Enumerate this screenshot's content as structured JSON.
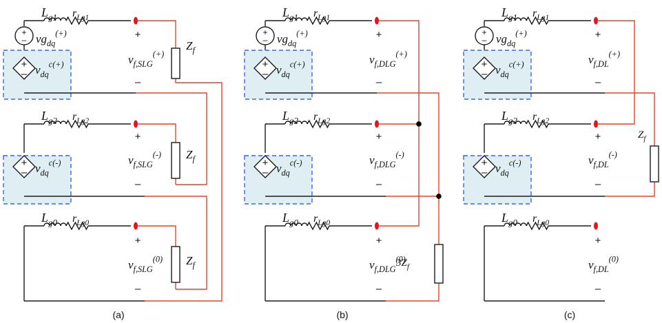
{
  "colors": {
    "wire": "#1a1a1a",
    "fault_path": "#e8412c",
    "terminal": "#e8141c",
    "controlled_source_box_fill": "#dfeef3",
    "controlled_source_box_border": "#3366ee",
    "junction_dot": "#000000"
  },
  "symbols": {
    "plus": "+",
    "minus": "–",
    "pos_sup": "(+)",
    "neg_sup": "(-)",
    "zero_sup": "(0)",
    "c_pos_sup": "c(+)",
    "c_neg_sup": "c(-)",
    "L": "L",
    "r": "r",
    "v": "v",
    "vg": "vg",
    "Z": "Z",
    "f": "f",
    "dq": "dq",
    "three": "3",
    "g1": "g1",
    "g2": "g2",
    "g0": "g0",
    "Lg1": "Lg1",
    "Lg2": "Lg2",
    "Lg0": "Lg0"
  },
  "panels": [
    {
      "id": "a",
      "caption": "(a)",
      "fault_subscript": "f,SLG",
      "has_positive_source": true,
      "ground_path": true,
      "fault_impedance_label": "Zf"
    },
    {
      "id": "b",
      "caption": "(b)",
      "fault_subscript": "f,DLG",
      "has_positive_source": true,
      "ground_path": true,
      "fault_impedance_label": "3Zf"
    },
    {
      "id": "c",
      "caption": "(c)",
      "fault_subscript": "f,DL",
      "has_positive_source": true,
      "ground_path": false,
      "fault_impedance_label": "Zf"
    }
  ]
}
